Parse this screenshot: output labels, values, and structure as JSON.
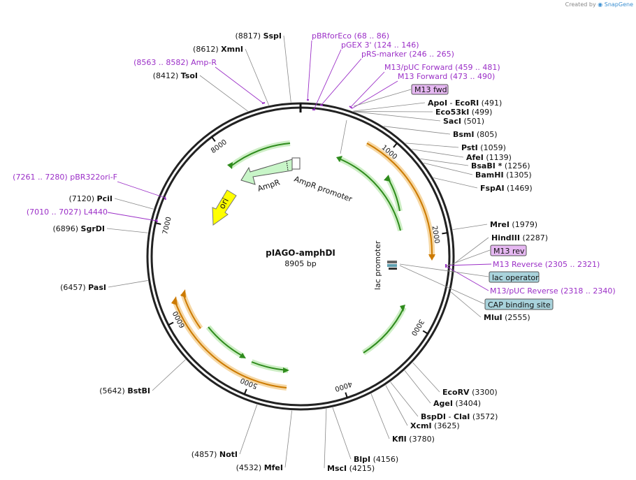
{
  "credit": {
    "prefix": "Created by",
    "brand": "SnapGene"
  },
  "plasmid": {
    "name": "pIAGO-amphDI",
    "size": "8905 bp",
    "length": 8905
  },
  "ticks": [
    {
      "bp": 1000,
      "label": "1000"
    },
    {
      "bp": 2000,
      "label": "2000"
    },
    {
      "bp": 3000,
      "label": "3000"
    },
    {
      "bp": 4000,
      "label": "4000"
    },
    {
      "bp": 5000,
      "label": "5000"
    },
    {
      "bp": 6000,
      "label": "6000"
    },
    {
      "bp": 7000,
      "label": "7000"
    },
    {
      "bp": 8000,
      "label": "8000"
    }
  ],
  "features": {
    "amp_r": "AmpR",
    "amp_r_promoter": "AmpR promoter",
    "ori": "ori",
    "lac_promoter": "lac promoter"
  },
  "enzymes": [
    {
      "name": "SspI",
      "pos": "(8817)",
      "bp": 8817
    },
    {
      "name": "XmnI",
      "pos": "(8612)",
      "bp": 8612
    },
    {
      "name": "TsoI",
      "pos": "(8412)",
      "bp": 8412
    },
    {
      "name": "ApoI",
      "sep": " - ",
      "name2": "EcoRI",
      "pos": "(491)",
      "bp": 491
    },
    {
      "name": "Eco53kI",
      "pos": "(499)",
      "bp": 499
    },
    {
      "name": "SacI",
      "pos": "(501)",
      "bp": 501
    },
    {
      "name": "BsmI",
      "pos": "(805)",
      "bp": 805
    },
    {
      "name": "PstI",
      "pos": "(1059)",
      "bp": 1059
    },
    {
      "name": "AfeI",
      "pos": "(1139)",
      "bp": 1139
    },
    {
      "name": "BsaBI *",
      "pos": "(1256)",
      "bp": 1256
    },
    {
      "name": "BamHI",
      "pos": "(1305)",
      "bp": 1305
    },
    {
      "name": "FspAI",
      "pos": "(1469)",
      "bp": 1469
    },
    {
      "name": "MreI",
      "pos": "(1979)",
      "bp": 1979
    },
    {
      "name": "HindIII",
      "pos": "(2287)",
      "bp": 2287
    },
    {
      "name": "MluI",
      "pos": "(2555)",
      "bp": 2555
    },
    {
      "name": "EcoRV",
      "pos": "(3300)",
      "bp": 3300
    },
    {
      "name": "AgeI",
      "pos": "(3404)",
      "bp": 3404
    },
    {
      "name": "BspDI",
      "sep": " - ",
      "name2": "ClaI",
      "pos": "(3572)",
      "bp": 3572
    },
    {
      "name": "XcmI",
      "pos": "(3625)",
      "bp": 3625
    },
    {
      "name": "KflI",
      "pos": "(3780)",
      "bp": 3780
    },
    {
      "name": "BlpI",
      "pos": "(4156)",
      "bp": 4156
    },
    {
      "name": "MscI",
      "pos": "(4215)",
      "bp": 4215
    },
    {
      "name": "MfeI",
      "pos": "(4532)",
      "bp": 4532
    },
    {
      "name": "NotI",
      "pos": "(4857)",
      "bp": 4857
    },
    {
      "name": "BstBI",
      "pos": "(5642)",
      "bp": 5642
    },
    {
      "name": "PasI",
      "pos": "(6457)",
      "bp": 6457
    },
    {
      "name": "SgrDI",
      "pos": "(6896)",
      "bp": 6896
    },
    {
      "name": "PciI",
      "pos": "(7120)",
      "bp": 7120
    }
  ],
  "primers": [
    {
      "name": "pBRforEco",
      "pos": "(68 .. 86)"
    },
    {
      "name": "pGEX 3'",
      "pos": "(124 .. 146)"
    },
    {
      "name": "pRS-marker",
      "pos": "(246 .. 265)"
    },
    {
      "name": "M13/pUC Forward",
      "pos": "(459 .. 481)"
    },
    {
      "name": "M13 Forward",
      "pos": "(473 .. 490)"
    },
    {
      "name": "M13 Reverse",
      "pos": "(2305 .. 2321)"
    },
    {
      "name": "M13/pUC Reverse",
      "pos": "(2318 .. 2340)"
    },
    {
      "name": "Amp-R",
      "pos": "(8563 .. 8582)"
    },
    {
      "name": "pBR322ori-F",
      "pos": "(7261 .. 7280)"
    },
    {
      "name": "L4440",
      "pos": "(7010 .. 7027)"
    }
  ],
  "boxes": {
    "m13_fwd": "M13 fwd",
    "m13_rev": "M13 rev",
    "lac_operator": "lac operator",
    "cap_site": "CAP binding site"
  },
  "colors": {
    "primer": "#9b2fc7",
    "box_pink": "#e6b8f2",
    "box_teal": "#a9d3dc",
    "orange": "#e39a1c",
    "green": "#2e8b1c",
    "ampr_fill": "#c8f5c8",
    "ori_fill": "#ffff00"
  }
}
